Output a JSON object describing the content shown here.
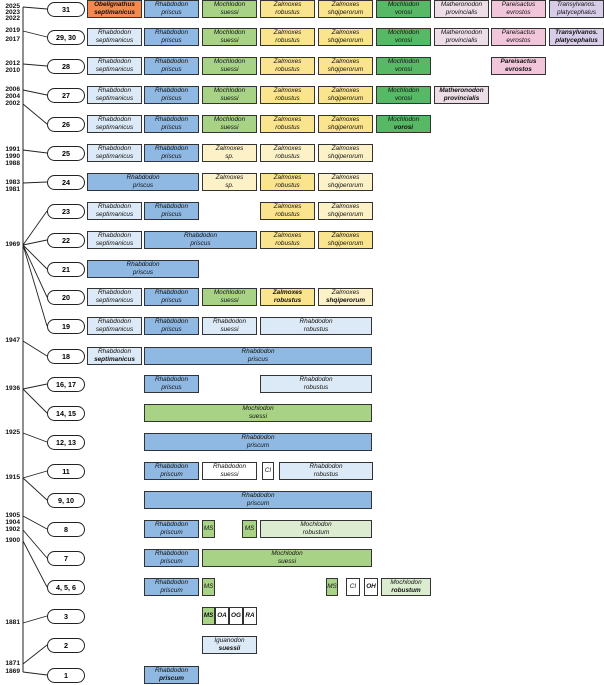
{
  "colors": {
    "obelignathus": "#f3894e",
    "rhabdodon": "#8fb8e3",
    "rhabdodon_light": "#dce9f6",
    "mochlodon": "#a8d387",
    "mochlodon_light": "#dcecd0",
    "mochlodon_dark": "#57b865",
    "zalmoxes": "#fbe48e",
    "zalmoxes_light": "#fdf1c8",
    "matheronodon": "#ecdde6",
    "pareisactus": "#f2c6da",
    "transylvanos": "#d8cde8",
    "white": "#ffffff"
  },
  "years": [
    "2025",
    "2023",
    "2022",
    "2019",
    "2017",
    "2012",
    "2010",
    "2006",
    "2004",
    "2002",
    "1991",
    "1990",
    "1988",
    "1983",
    "1981",
    "1969",
    "1947",
    "1936",
    "1925",
    "1915",
    "1905",
    "1904",
    "1902",
    "1900",
    "1881",
    "1871",
    "1869"
  ],
  "rows": [
    {
      "label": "31",
      "cells": [
        {
          "l1": "Obelignathus",
          "l2": "septimanicus",
          "c": "obelignathus",
          "s": "b"
        },
        {
          "l1": "Rhabdodon",
          "l2": "priscus",
          "c": "rhabdodon"
        },
        {
          "l1": "Mochlodon",
          "l2": "suessi",
          "c": "mochlodon"
        },
        {
          "l1": "Zalmoxes",
          "l2": "robustus",
          "c": "zalmoxes"
        },
        {
          "l1": "Zalmoxes",
          "l2": "shqiperorum",
          "c": "zalmoxes"
        },
        {
          "l1": "Mochlodon",
          "l2": "vorosi",
          "c": "mochlodon_dark"
        },
        {
          "l1": "Matheronodon",
          "l2": "provincialis",
          "c": "matheronodon"
        },
        {
          "l1": "Pareisactus",
          "l2": "evrostos",
          "c": "pareisactus"
        },
        {
          "l1": "Transylvanos.",
          "l2": "platycephalus",
          "c": "transylvanos"
        }
      ]
    },
    {
      "label": "29, 30",
      "cells": [
        {
          "l1": "Rhabdodon",
          "l2": "septimanicus",
          "c": "rhabdodon_light"
        },
        {
          "l1": "Rhabdodon",
          "l2": "priscus",
          "c": "rhabdodon"
        },
        {
          "l1": "Mochlodon",
          "l2": "suessi",
          "c": "mochlodon"
        },
        {
          "l1": "Zalmoxes",
          "l2": "robustus",
          "c": "zalmoxes"
        },
        {
          "l1": "Zalmoxes",
          "l2": "shqiperorum",
          "c": "zalmoxes"
        },
        {
          "l1": "Mochlodon",
          "l2": "vorosi",
          "c": "mochlodon_dark"
        },
        {
          "l1": "Matheronodon",
          "l2": "provincialis",
          "c": "matheronodon"
        },
        {
          "l1": "Pareisactus",
          "l2": "evrostos",
          "c": "pareisactus"
        },
        {
          "l1": "Transylvanos.",
          "l2": "platycephalus",
          "c": "transylvanos",
          "s": "b"
        }
      ]
    },
    {
      "label": "28",
      "cells": [
        {
          "l1": "Rhabdodon",
          "l2": "septimanicus",
          "c": "rhabdodon_light"
        },
        {
          "l1": "Rhabdodon",
          "l2": "priscus",
          "c": "rhabdodon"
        },
        {
          "l1": "Mochlodon",
          "l2": "suessi",
          "c": "mochlodon"
        },
        {
          "l1": "Zalmoxes",
          "l2": "robustus",
          "c": "zalmoxes"
        },
        {
          "l1": "Zalmoxes",
          "l2": "shqiperorum",
          "c": "zalmoxes"
        },
        {
          "l1": "Mochlodon",
          "l2": "vorosi",
          "c": "mochlodon_dark"
        },
        {
          "l1": "Pareisactus",
          "l2": "evrostos",
          "c": "pareisactus",
          "s": "b"
        }
      ]
    },
    {
      "label": "27",
      "cells": [
        {
          "l1": "Rhabdodon",
          "l2": "septimanicus",
          "c": "rhabdodon_light"
        },
        {
          "l1": "Rhabdodon",
          "l2": "priscus",
          "c": "rhabdodon"
        },
        {
          "l1": "Mochlodon",
          "l2": "suessi",
          "c": "mochlodon"
        },
        {
          "l1": "Zalmoxes",
          "l2": "robustus",
          "c": "zalmoxes"
        },
        {
          "l1": "Zalmoxes",
          "l2": "shqiperorum",
          "c": "zalmoxes"
        },
        {
          "l1": "Mochlodon",
          "l2": "vorosi",
          "c": "mochlodon_dark"
        },
        {
          "l1": "Matheronodon",
          "l2": "provincialis",
          "c": "matheronodon",
          "s": "b"
        }
      ]
    },
    {
      "label": "26",
      "cells": [
        {
          "l1": "Rhabdodon",
          "l2": "septimanicus",
          "c": "rhabdodon_light"
        },
        {
          "l1": "Rhabdodon",
          "l2": "priscus",
          "c": "rhabdodon"
        },
        {
          "l1": "Mochlodon",
          "l2": "suessi",
          "c": "mochlodon"
        },
        {
          "l1": "Zalmoxes",
          "l2": "robustus",
          "c": "zalmoxes"
        },
        {
          "l1": "Zalmoxes",
          "l2": "shqiperorum",
          "c": "zalmoxes"
        },
        {
          "l1": "Mochlodon",
          "l2": "vorosi",
          "c": "mochlodon_dark",
          "s": "b2"
        }
      ]
    },
    {
      "label": "25",
      "cells": [
        {
          "l1": "Rhabdodon",
          "l2": "septimanicus",
          "c": "rhabdodon_light"
        },
        {
          "l1": "Rhabdodon",
          "l2": "priscus",
          "c": "rhabdodon"
        },
        {
          "l1": "Zalmoxes",
          "l2": "sp.",
          "c": "zalmoxes_light"
        },
        {
          "l1": "Zalmoxes",
          "l2": "robustus",
          "c": "zalmoxes_light"
        },
        {
          "l1": "Zalmoxes",
          "l2": "shqiperorum",
          "c": "zalmoxes_light"
        }
      ]
    },
    {
      "label": "24",
      "cells": [
        {
          "l1": "Rhabdodon",
          "l2": "priscus",
          "c": "rhabdodon"
        },
        {
          "l1": "Zalmoxes",
          "l2": "sp.",
          "c": "zalmoxes_light"
        },
        {
          "l1": "Zalmoxes",
          "l2": "robustus",
          "c": "zalmoxes"
        },
        {
          "l1": "Zalmoxes",
          "l2": "shqiperorum",
          "c": "zalmoxes_light"
        }
      ]
    },
    {
      "label": "23",
      "cells": [
        {
          "l1": "Rhabdodon",
          "l2": "septimanicus",
          "c": "rhabdodon_light"
        },
        {
          "l1": "Rhabdodon",
          "l2": "priscus",
          "c": "rhabdodon"
        },
        {
          "l1": "Zalmoxes",
          "l2": "robustus",
          "c": "zalmoxes"
        },
        {
          "l1": "Zalmoxes",
          "l2": "shqiperorum",
          "c": "zalmoxes_light"
        }
      ]
    },
    {
      "label": "22",
      "cells": [
        {
          "l1": "Rhabdodon",
          "l2": "septimanicus",
          "c": "rhabdodon_light"
        },
        {
          "l1": "Rhabdodon",
          "l2": "priscus",
          "c": "rhabdodon"
        },
        {
          "l1": "Zalmoxes",
          "l2": "robustus",
          "c": "zalmoxes"
        },
        {
          "l1": "Zalmoxes",
          "l2": "shqiperorum",
          "c": "zalmoxes"
        }
      ]
    },
    {
      "label": "21",
      "cells": [
        {
          "l1": "Rhabdodon",
          "l2": "priscus",
          "c": "rhabdodon"
        }
      ]
    },
    {
      "label": "20",
      "cells": [
        {
          "l1": "Rhabdodon",
          "l2": "septimanicus",
          "c": "rhabdodon_light"
        },
        {
          "l1": "Rhabdodon",
          "l2": "priscus",
          "c": "rhabdodon"
        },
        {
          "l1": "Mochlodon",
          "l2": "suessi",
          "c": "mochlodon"
        },
        {
          "l1": "Zalmoxes",
          "l2": "robustus",
          "c": "zalmoxes",
          "s": "b"
        },
        {
          "l1": "Zalmoxes",
          "l2": "shqiperorum",
          "c": "zalmoxes_light",
          "s": "b2"
        }
      ]
    },
    {
      "label": "19",
      "cells": [
        {
          "l1": "Rhabdodon",
          "l2": "septimanicus",
          "c": "rhabdodon_light"
        },
        {
          "l1": "Rhabdodon",
          "l2": "priscus",
          "c": "rhabdodon"
        },
        {
          "l1": "Rhabdodon",
          "l2": "suessi",
          "c": "rhabdodon_light"
        },
        {
          "l1": "Rhabdodon",
          "l2": "robustus",
          "c": "rhabdodon_light"
        }
      ]
    },
    {
      "label": "18",
      "cells": [
        {
          "l1": "Rhabdodon",
          "l2": "septimanicus",
          "c": "rhabdodon_light",
          "s": "b2"
        },
        {
          "l1": "Rhabdodon",
          "l2": "priscus",
          "c": "rhabdodon"
        }
      ]
    },
    {
      "label": "16, 17",
      "cells": [
        {
          "l1": "Rhabdodon",
          "l2": "priscus",
          "c": "rhabdodon"
        },
        {
          "l1": "Rhabdodon",
          "l2": "robustus",
          "c": "rhabdodon_light"
        }
      ]
    },
    {
      "label": "14, 15",
      "cells": [
        {
          "l1": "Mochlodon",
          "l2": "suessi",
          "c": "mochlodon"
        }
      ]
    },
    {
      "label": "12, 13",
      "cells": [
        {
          "l1": "Rhabdodon",
          "l2": "priscum",
          "c": "rhabdodon"
        }
      ]
    },
    {
      "label": "11",
      "cells": [
        {
          "l1": "Rhabdodon",
          "l2": "priscum",
          "c": "rhabdodon"
        },
        {
          "l1": "Rhabdodon",
          "l2": "suessi",
          "c": "white"
        },
        {
          "l1": "CI",
          "l2": "",
          "c": "white"
        },
        {
          "l1": "Rhabdodon",
          "l2": "robustus",
          "c": "rhabdodon_light"
        }
      ]
    },
    {
      "label": "9, 10",
      "cells": [
        {
          "l1": "Rhabdodon",
          "l2": "priscum",
          "c": "rhabdodon"
        }
      ]
    },
    {
      "label": "8",
      "cells": [
        {
          "l1": "Rhabdodon",
          "l2": "priscum",
          "c": "rhabdodon"
        },
        {
          "l1": "MS",
          "l2": "",
          "c": "mochlodon"
        },
        {
          "l1": "MS",
          "l2": "",
          "c": "mochlodon"
        },
        {
          "l1": "Mochlodon",
          "l2": "robustum",
          "c": "mochlodon_light"
        }
      ]
    },
    {
      "label": "7",
      "cells": [
        {
          "l1": "Rhabdodon",
          "l2": "priscum",
          "c": "rhabdodon"
        },
        {
          "l1": "Mochlodon",
          "l2": "suessi",
          "c": "mochlodon"
        }
      ]
    },
    {
      "label": "4, 5, 6",
      "cells": [
        {
          "l1": "Rhabdodon",
          "l2": "priscum",
          "c": "rhabdodon"
        },
        {
          "l1": "MS",
          "l2": "",
          "c": "mochlodon"
        },
        {
          "l1": "MS",
          "l2": "",
          "c": "mochlodon"
        },
        {
          "l1": "CI",
          "l2": "",
          "c": "white"
        },
        {
          "l1": "OH",
          "l2": "",
          "c": "white",
          "s": "b"
        },
        {
          "l1": "Mochlodon",
          "l2": "robustum",
          "c": "mochlodon_light",
          "s": "b2"
        }
      ]
    },
    {
      "label": "3",
      "cells": [
        {
          "l1": "MS",
          "l2": "",
          "c": "mochlodon",
          "s": "b"
        },
        {
          "l1": "OA",
          "l2": "",
          "c": "white",
          "s": "b"
        },
        {
          "l1": "OG",
          "l2": "",
          "c": "white",
          "s": "b"
        },
        {
          "l1": "RA",
          "l2": "",
          "c": "white",
          "s": "b"
        }
      ]
    },
    {
      "label": "2",
      "cells": [
        {
          "l1": "Iguanodon",
          "l2": "suessii",
          "c": "rhabdodon_light",
          "s": "b2"
        }
      ]
    },
    {
      "label": "1",
      "cells": [
        {
          "l1": "Rhabdodon",
          "l2": "priscum",
          "c": "rhabdodon",
          "s": "b2"
        }
      ]
    }
  ]
}
